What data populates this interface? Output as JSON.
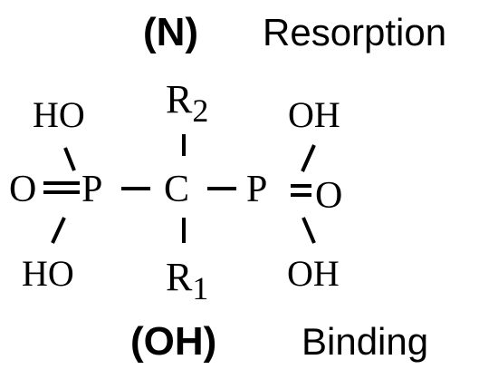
{
  "top": {
    "group_label": "(N)",
    "role_label": "Resorption"
  },
  "bottom": {
    "group_label": "(OH)",
    "role_label": "Binding"
  },
  "molecule": {
    "central_atom": "C",
    "left_phosphorus": "P",
    "right_phosphorus": "P",
    "r2": {
      "letter": "R",
      "subscript": "2"
    },
    "r1": {
      "letter": "R",
      "subscript": "1"
    },
    "left_top_ho": "HO",
    "left_bottom_ho": "HO",
    "left_oxygen": "O",
    "right_top_oh": "OH",
    "right_bottom_oh": "OH",
    "right_oxygen": "O"
  }
}
